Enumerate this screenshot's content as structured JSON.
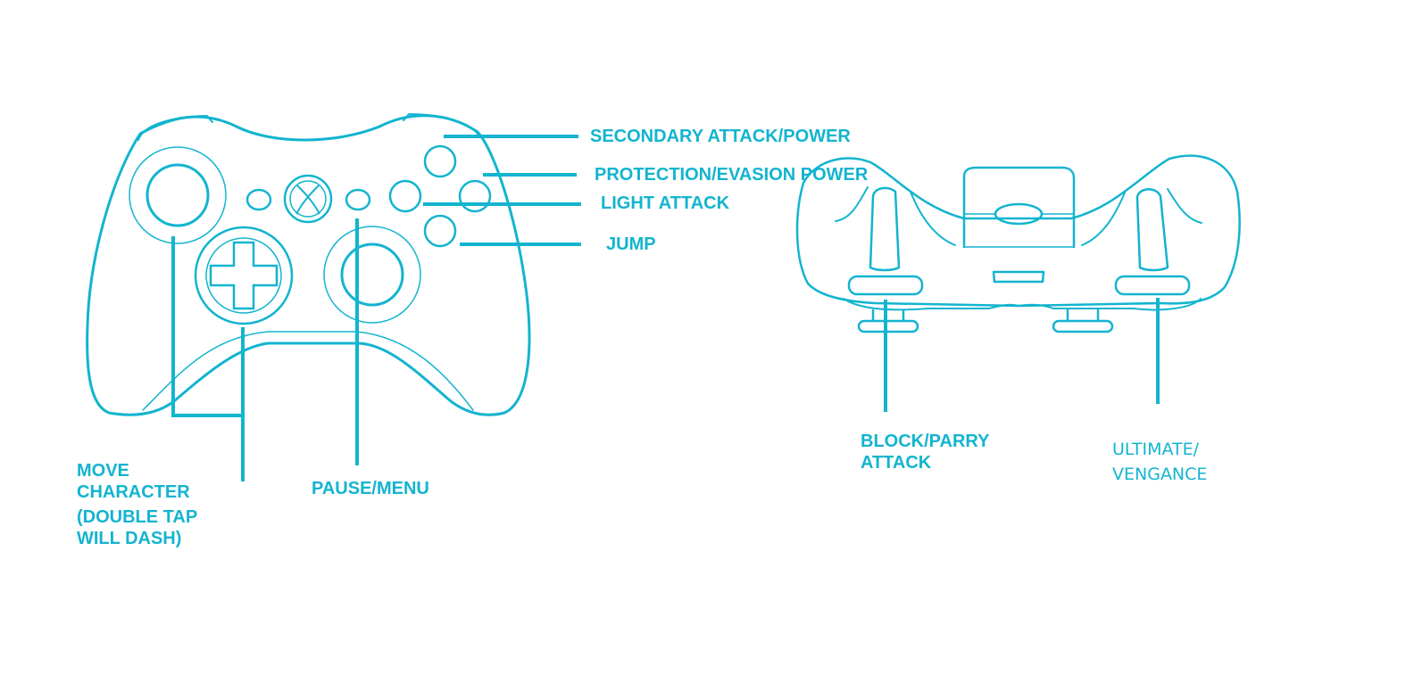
{
  "accent_color": "#13b4cf",
  "front_labels": {
    "secondary": "SECONDARY ATTACK/POWER",
    "protection": "PROTECTION/EVASION POWER",
    "light": "LIGHT ATTACK",
    "jump": "JUMP",
    "move_line1": "MOVE",
    "move_line2": "CHARACTER",
    "move_line3": "(DOUBLE TAP",
    "move_line4": "WILL DASH)",
    "pause": "PAUSE/MENU"
  },
  "top_labels": {
    "block_line1": "BLOCK/PARRY",
    "block_line2": "ATTACK",
    "ultimate_line1": "ULTIMATE/",
    "ultimate_line2": "VENGANCE"
  },
  "icons": {
    "front_controller": "gamepad-front-icon",
    "top_controller": "gamepad-top-icon",
    "guide_button": "xbox-logo-icon"
  }
}
